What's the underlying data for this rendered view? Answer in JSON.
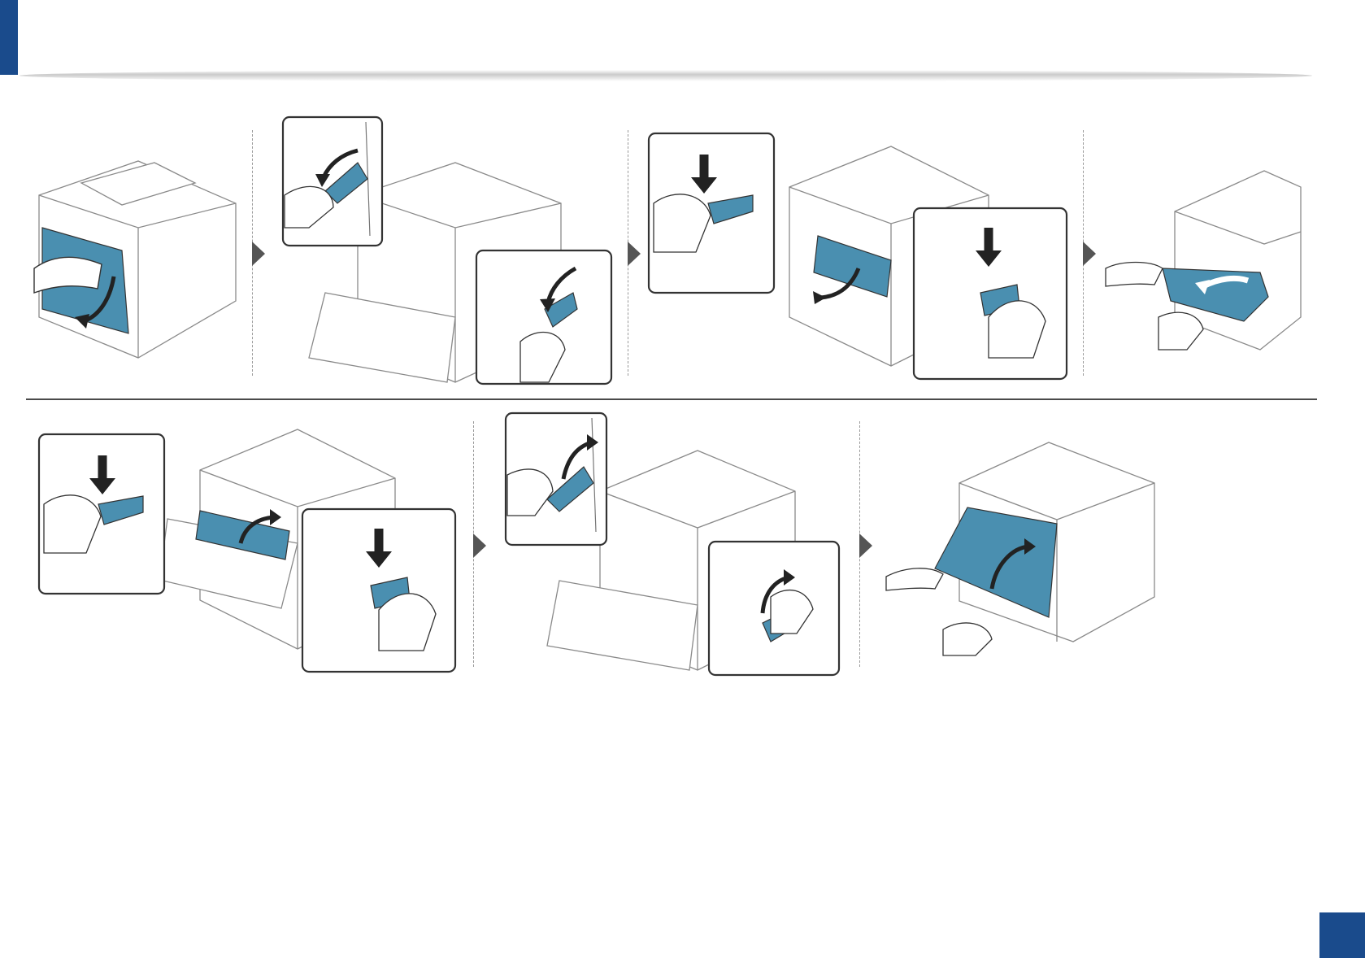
{
  "document": {
    "page_number": "",
    "steps": [
      {
        "id": "1",
        "action": "open-rear-cover"
      },
      {
        "id": "2",
        "action": "pull-down-pressure-levers"
      },
      {
        "id": "3",
        "action": "press-duplex-guide-tabs-and-open"
      },
      {
        "id": "4",
        "action": "pull-out-jammed-paper"
      },
      {
        "id": "5",
        "action": "close-duplex-guide"
      },
      {
        "id": "6",
        "action": "push-up-pressure-levers"
      },
      {
        "id": "7",
        "action": "close-rear-cover"
      }
    ]
  },
  "colors": {
    "brand": "#1a4b8c",
    "accent_part": "#4a8fb0",
    "line": "#333333",
    "printer_line": "#8a8a8a"
  },
  "icons": {
    "step_arrow": "triangle-right-icon",
    "motion_arrow": "curved-arrow-icon",
    "press_arrow": "down-arrow-icon"
  }
}
